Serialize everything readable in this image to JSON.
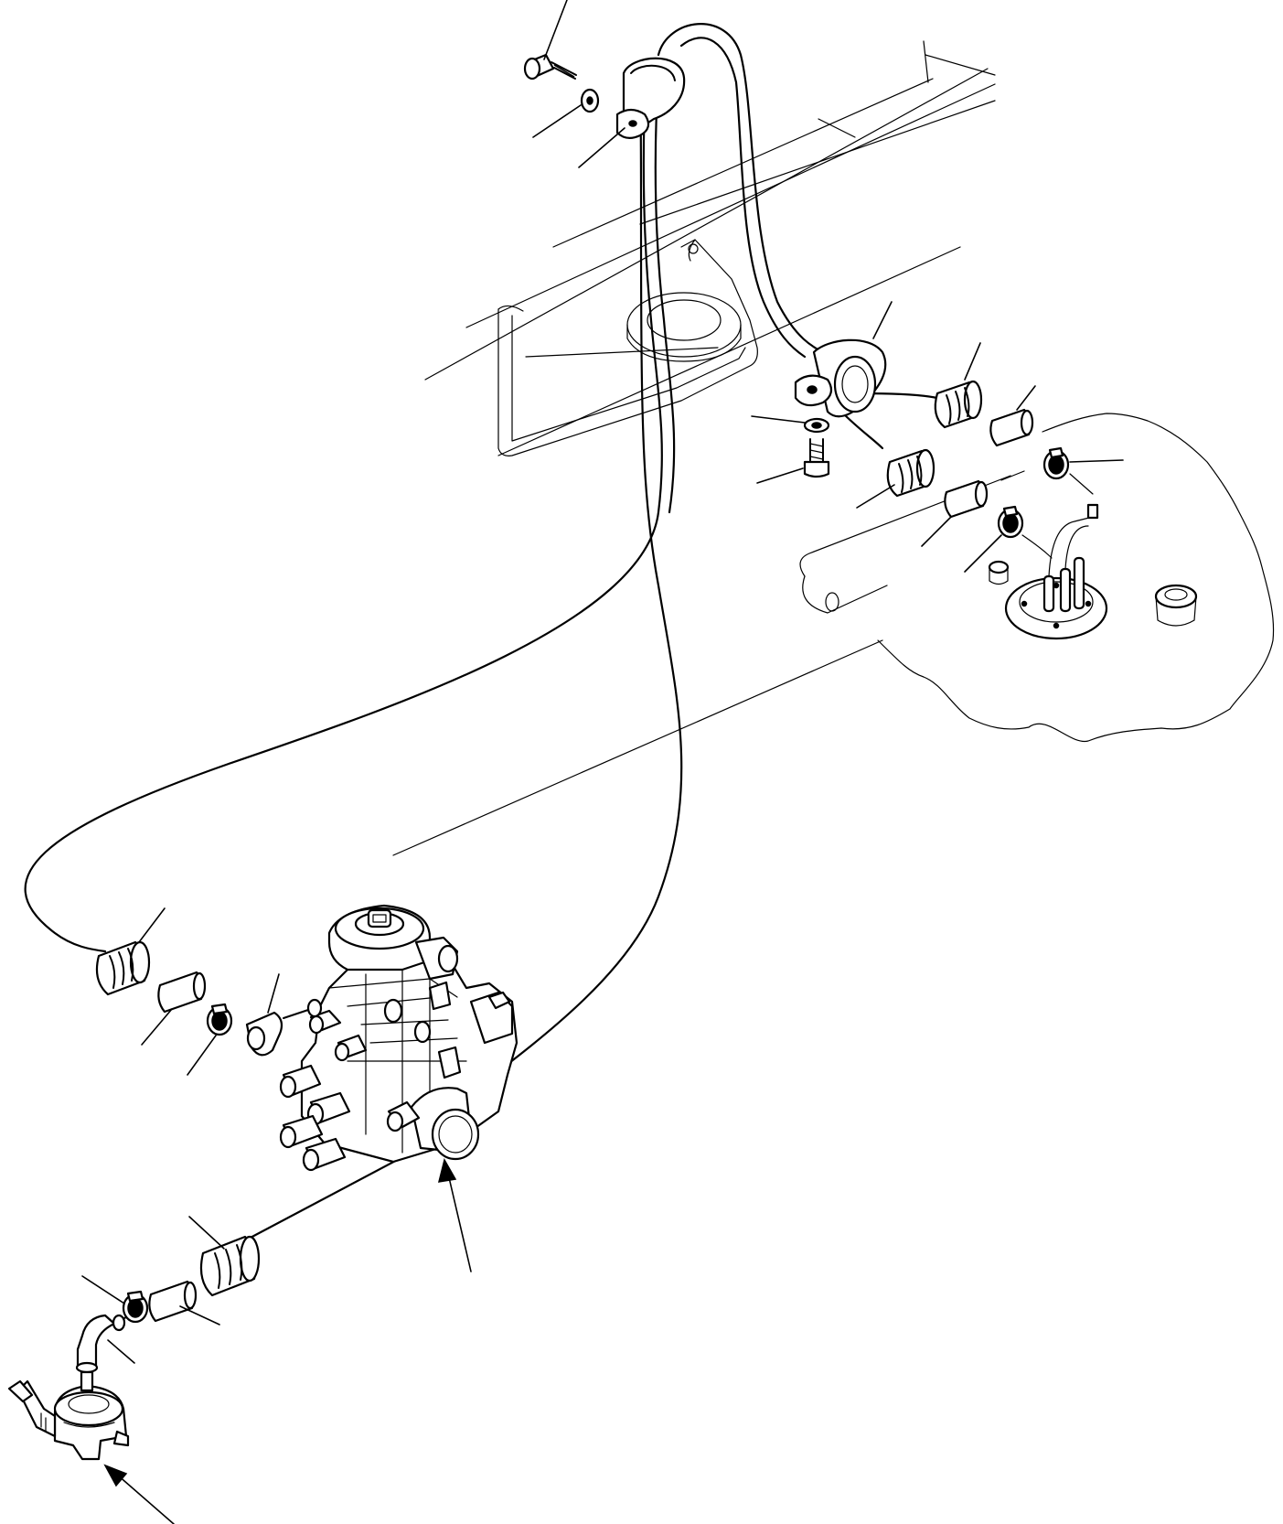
{
  "diagram": {
    "labels": [],
    "assemblies": [
      {
        "name": "fuel-tank-sender"
      },
      {
        "name": "injection-pump"
      },
      {
        "name": "feed-pump"
      },
      {
        "name": "frame-crossmember"
      }
    ]
  }
}
